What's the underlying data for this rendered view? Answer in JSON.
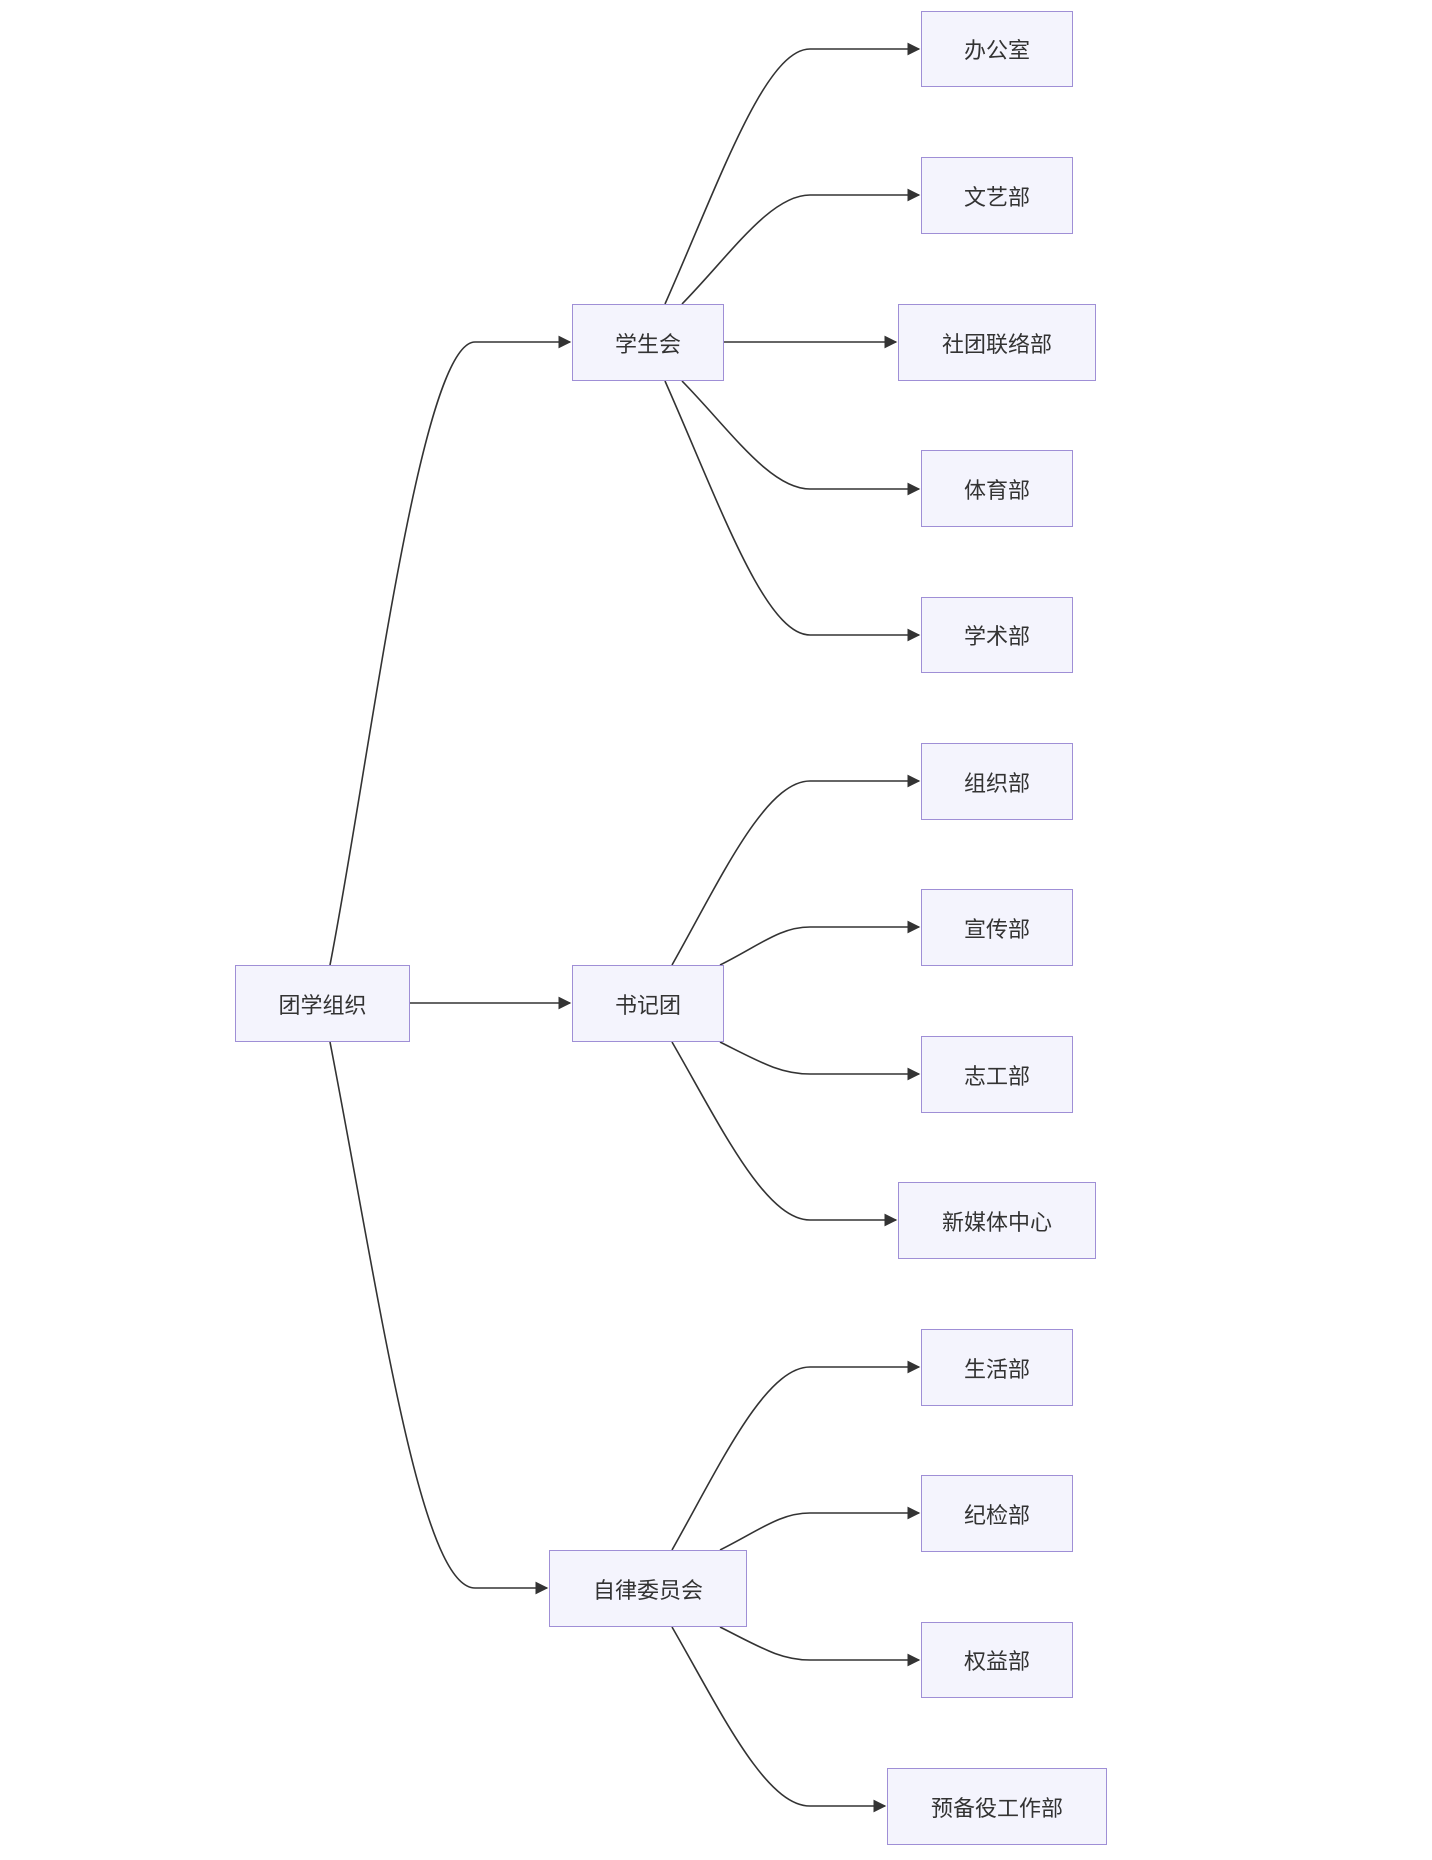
{
  "diagram": {
    "type": "tree",
    "direction": "left-to-right",
    "colors": {
      "node_fill": "#f4f4fd",
      "node_border": "#9f8fd6",
      "edge": "#333333",
      "text": "#333333"
    },
    "root": {
      "label": "团学组织"
    },
    "branches": [
      {
        "label": "学生会",
        "children": [
          "办公室",
          "文艺部",
          "社团联络部",
          "体育部",
          "学术部"
        ]
      },
      {
        "label": "书记团",
        "children": [
          "组织部",
          "宣传部",
          "志工部",
          "新媒体中心"
        ]
      },
      {
        "label": "自律委员会",
        "children": [
          "生活部",
          "纪检部",
          "权益部",
          "预备役工作部"
        ]
      }
    ]
  }
}
